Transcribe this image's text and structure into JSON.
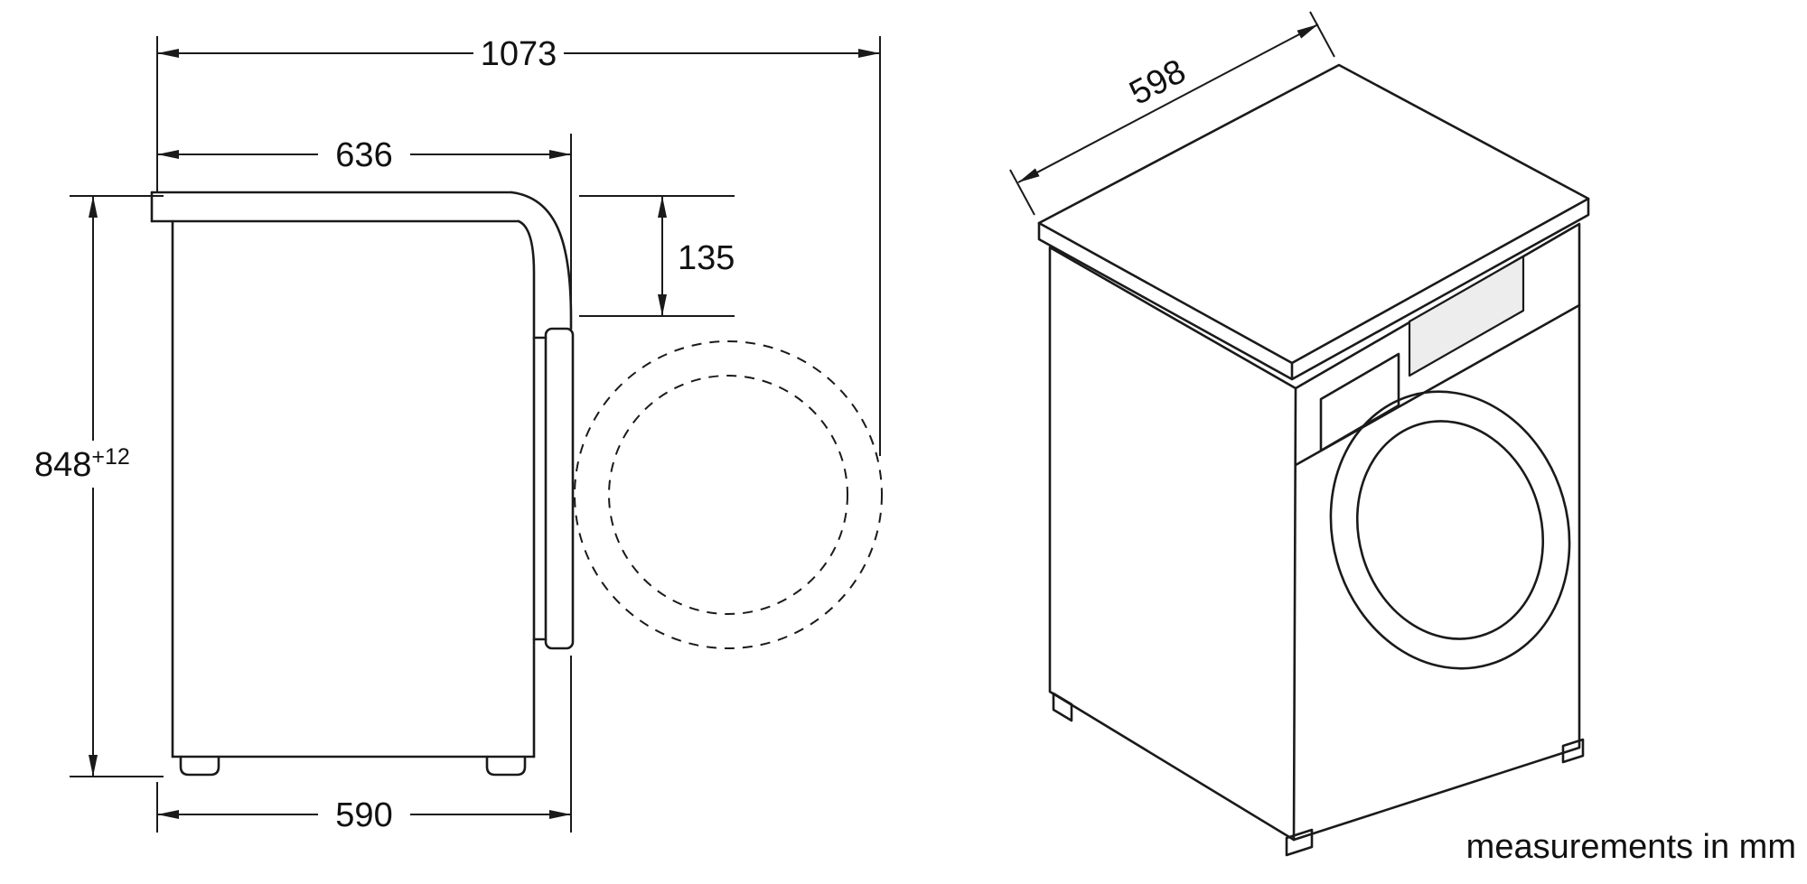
{
  "page": {
    "footer_note": "measurements in mm"
  },
  "side_view": {
    "total_depth_door_open_mm": "1073",
    "top_depth_mm": "636",
    "door_projection_mm": "135",
    "height_mm": "848",
    "height_tolerance": "+12",
    "base_depth_mm": "590"
  },
  "isometric_view": {
    "width_mm": "598"
  },
  "colors": {
    "line": "#1a1a1a",
    "background": "#ffffff"
  }
}
